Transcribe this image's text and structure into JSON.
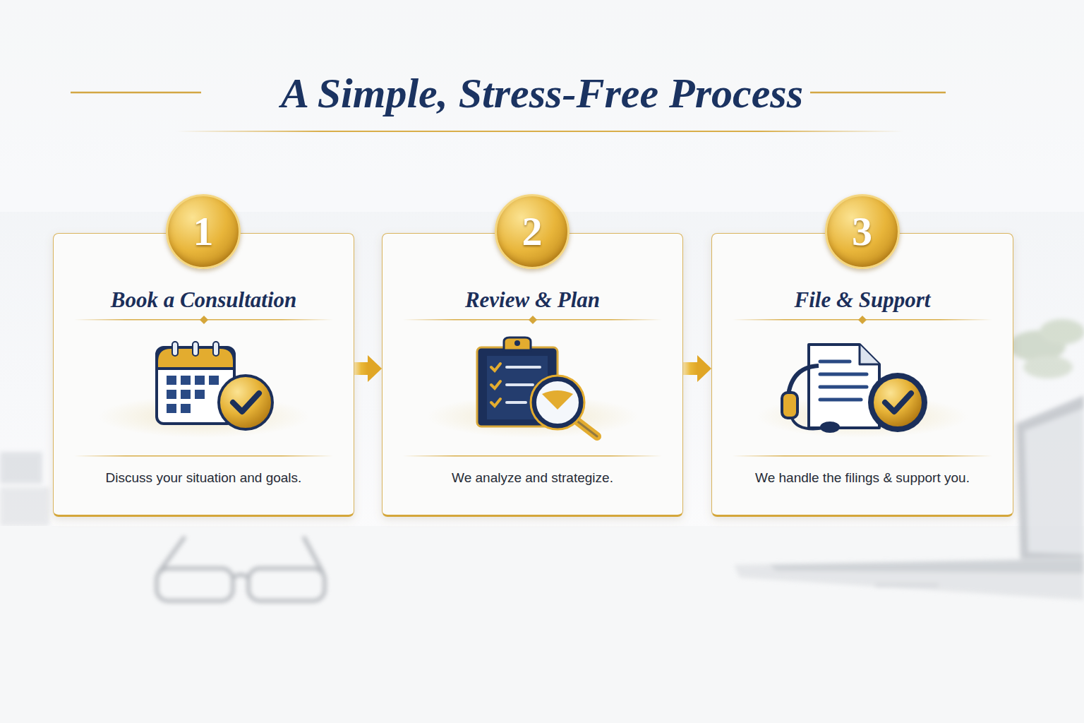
{
  "diagram": {
    "title": "A Simple, Stress-Free Process",
    "nodes": [
      {
        "text": [
          "Book a Consultation",
          "Discuss your situation and goals."
        ]
      },
      {
        "text": [
          "1"
        ],
        "in": 0
      },
      {
        "text": [
          "Review & Plan",
          "We analyze and strategize."
        ]
      },
      {
        "text": [
          "2"
        ],
        "in": 2
      },
      {
        "text": [
          "File & Support",
          "We handle the filings & support you."
        ]
      },
      {
        "text": [
          "3"
        ],
        "in": 4
      }
    ],
    "edges": [
      {
        "from": 0,
        "to": 2,
        "arrow": "to"
      },
      {
        "from": 2,
        "to": 4,
        "arrow": "to"
      }
    ]
  }
}
